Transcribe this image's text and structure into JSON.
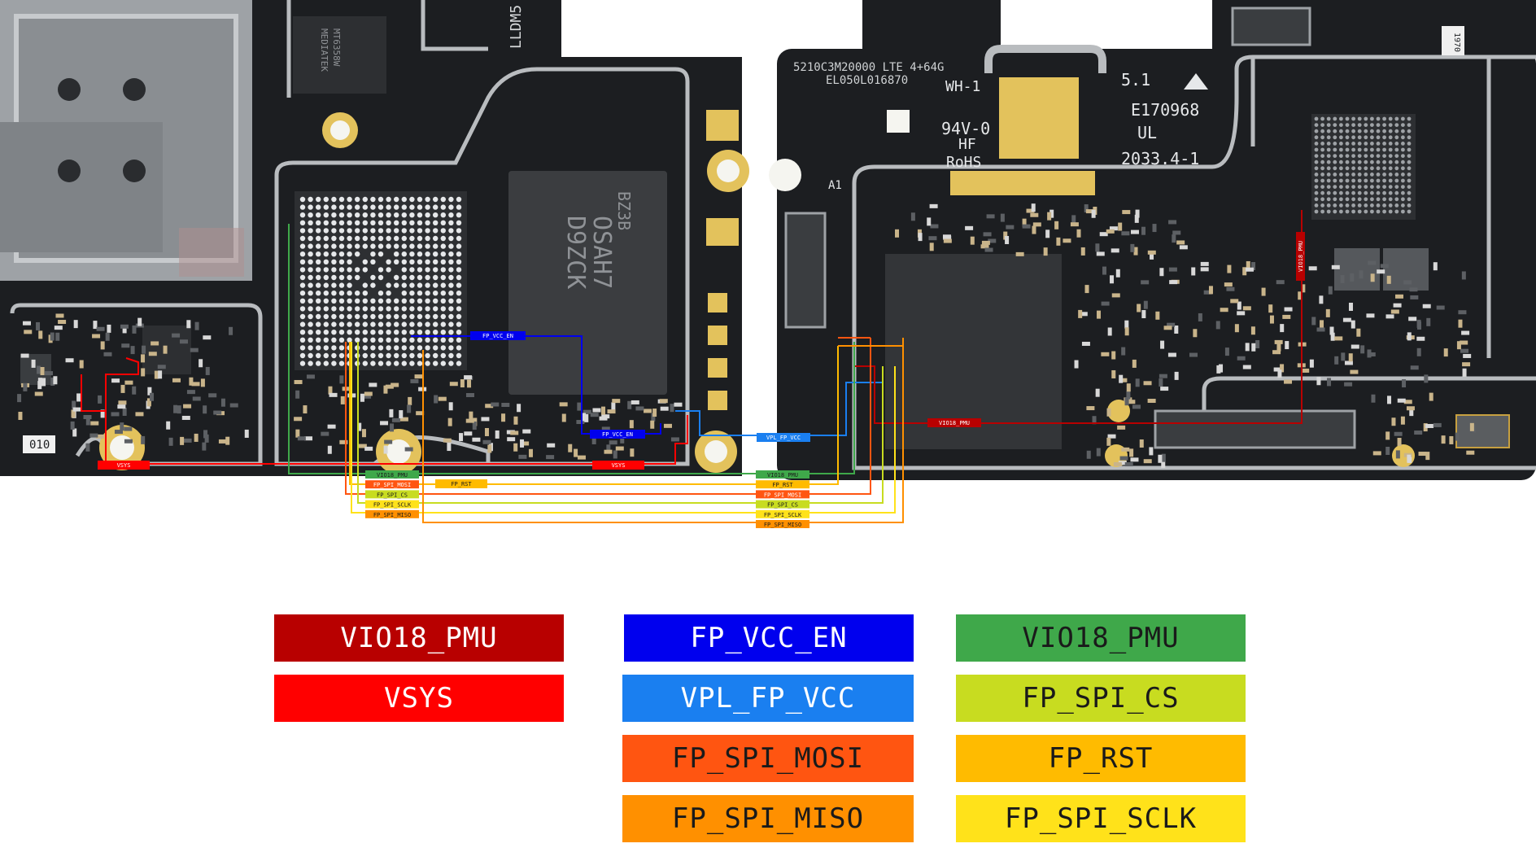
{
  "colors": {
    "vio18_pmu_dark": "#b80000",
    "vsys": "#ff0000",
    "fp_vcc_en": "#0000ee",
    "vpl_fp_vcc": "#1a7ff0",
    "fp_spi_mosi": "#ff5511",
    "fp_spi_miso": "#ff9000",
    "vio18_pmu_green": "#3fa84a",
    "fp_spi_cs": "#c8dc20",
    "fp_rst": "#ffbb00",
    "fp_spi_sclk": "#ffe21a",
    "pcb": "#1c1e21",
    "silver": "#b9bcbf",
    "gold": "#e3c25c"
  },
  "legend": [
    {
      "label": "VIO18_PMU",
      "color_key": "vio18_pmu_dark",
      "text_color": "#ffffff"
    },
    {
      "label": "VSYS",
      "color_key": "vsys",
      "text_color": "#ffffff"
    },
    {
      "label": "FP_VCC_EN",
      "color_key": "fp_vcc_en",
      "text_color": "#ffffff"
    },
    {
      "label": "VPL_FP_VCC",
      "color_key": "vpl_fp_vcc",
      "text_color": "#ffffff"
    },
    {
      "label": "FP_SPI_MOSI",
      "color_key": "fp_spi_mosi",
      "text_color": "#1a1a1a"
    },
    {
      "label": "FP_SPI_MISO",
      "color_key": "fp_spi_miso",
      "text_color": "#1a1a1a"
    },
    {
      "label": "VIO18_PMU",
      "color_key": "vio18_pmu_green",
      "text_color": "#1a1a1a"
    },
    {
      "label": "FP_SPI_CS",
      "color_key": "fp_spi_cs",
      "text_color": "#1a1a1a"
    },
    {
      "label": "FP_RST",
      "color_key": "fp_rst",
      "text_color": "#1a1a1a"
    },
    {
      "label": "FP_SPI_SCLK",
      "color_key": "fp_spi_sclk",
      "text_color": "#1a1a1a"
    }
  ],
  "net_tags": {
    "fp_vcc_en_top": "FP_VCC_EN",
    "fp_vcc_en_low": "FP_VCC_EN",
    "vpl_fp_vcc": "VPL_FP_VCC",
    "vsys_left": "VSYS",
    "vsys_mid": "VSYS",
    "vio18_pmu_right": "VIO18_PMU",
    "vio18_pmu_vertical": "VIO18_PMU",
    "fp_rst_left": "FP_RST",
    "left_stack": [
      "VIO18_PMU",
      "FP_SPI_MOSI",
      "FP_SPI_CS",
      "FP_SPI_SCLK",
      "FP_SPI_MISO"
    ],
    "right_stack": [
      "VIO18_PMU",
      "FP_RST",
      "FP_SPI_MOSI",
      "FP_SPI_CS",
      "FP_SPI_SCLK",
      "FP_SPI_MISO"
    ]
  },
  "board_markings": {
    "left_chip_line1": "BZ3B",
    "left_chip_line2": "OSAH7",
    "left_chip_line3": "D9ZCK",
    "lldm": "LLDM5",
    "board_code": "010",
    "mediatek_line1": "MEDIATEK",
    "mediatek_line2": "MT6358W",
    "right_code1": "5210C3M20000 LTE 4+64G",
    "right_code2": "EL050L016870",
    "wh": "WH-1",
    "v0": "94V-0",
    "hf": "HF",
    "rohs": "RoHS",
    "ver": "5.1",
    "e_num": "E170968",
    "ul": "UL",
    "date": "2033.4-1",
    "a1": "A1",
    "tiny_label": "1970"
  }
}
